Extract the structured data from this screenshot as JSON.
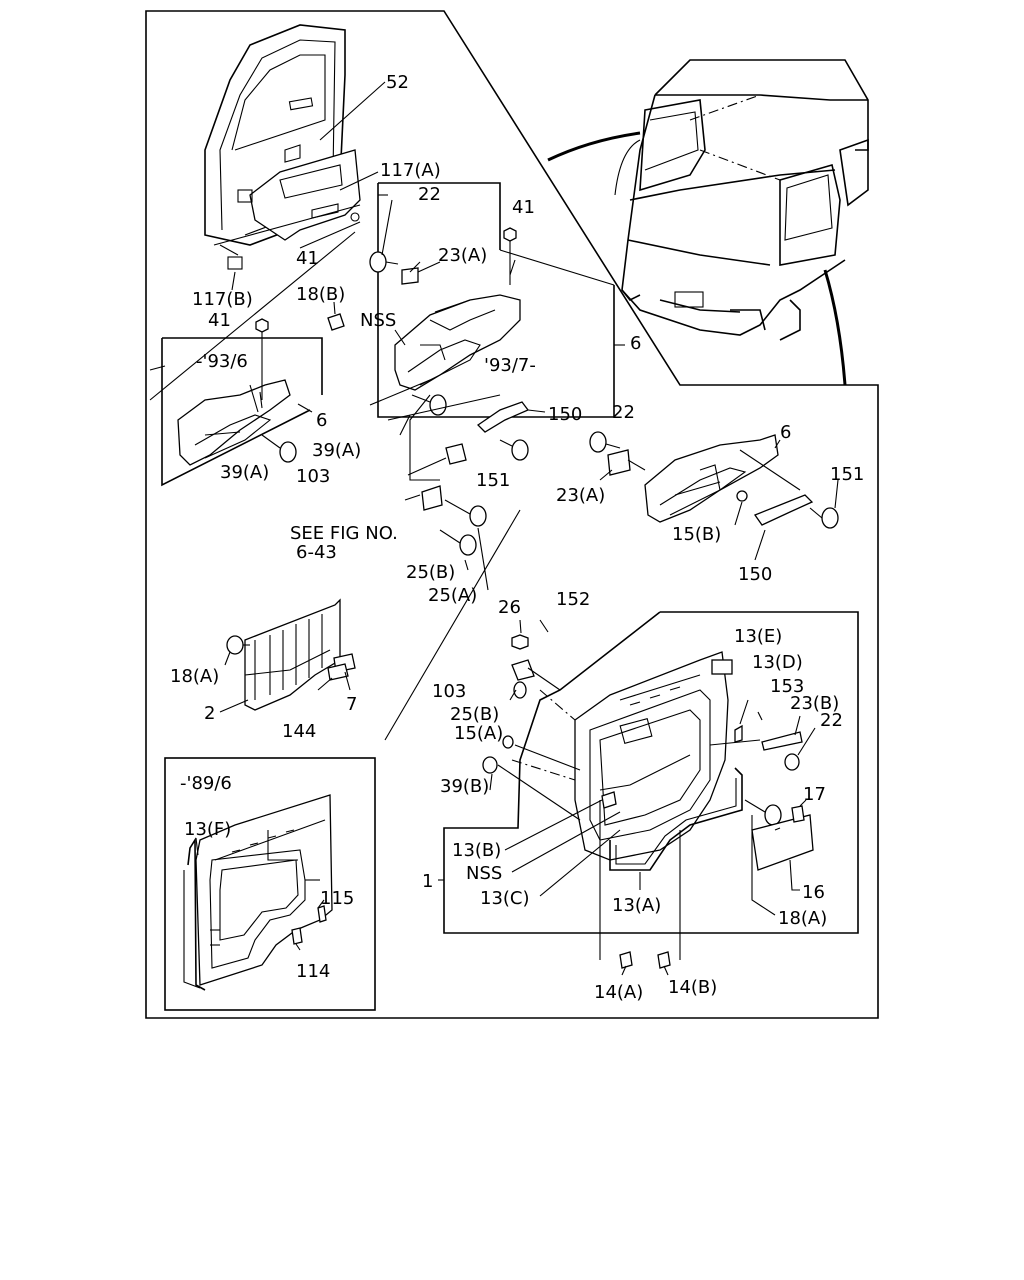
{
  "labels": {
    "l52": "52",
    "l117a": "117(A)",
    "l22a": "22",
    "l41a": "41",
    "l41b": "41",
    "l23a_top": "23(A)",
    "l117b": "117(B)",
    "l18b": "18(B)",
    "l41c": "41",
    "lnss_top": "NSS",
    "l93_6": "-'93/6",
    "l93_7": "'93/7-",
    "l6a": "6",
    "l6b": "6",
    "l150a": "150",
    "l39a_a": "39(A)",
    "l39a_b": "39(A)",
    "l103a": "103",
    "l151a": "151",
    "l22b": "22",
    "l6c": "6",
    "l23a_r": "23(A)",
    "l151b": "151",
    "l15b": "15(B)",
    "l150b": "150",
    "see_fig_1": "SEE FIG NO.",
    "see_fig_2": "6-43",
    "l25b_a": "25(B)",
    "l25a": "25(A)",
    "l26": "26",
    "l152": "152",
    "l13e": "13(E)",
    "l13d": "13(D)",
    "l153": "153",
    "l23b": "23(B)",
    "l22c": "22",
    "l18a_l": "18(A)",
    "l2": "2",
    "l144": "144",
    "l7": "7",
    "l103b": "103",
    "l25b_b": "25(B)",
    "l15a": "15(A)",
    "l39b": "39(B)",
    "l17": "17",
    "l89_6": "-'89/6",
    "l13f": "13(F)",
    "l115": "115",
    "l114": "114",
    "l13b": "13(B)",
    "lnss_b": "NSS",
    "l13c": "13(C)",
    "l1": "1",
    "l13a": "13(A)",
    "l16": "16",
    "l18a_r": "18(A)",
    "l14a": "14(A)",
    "l14b": "14(B)"
  }
}
